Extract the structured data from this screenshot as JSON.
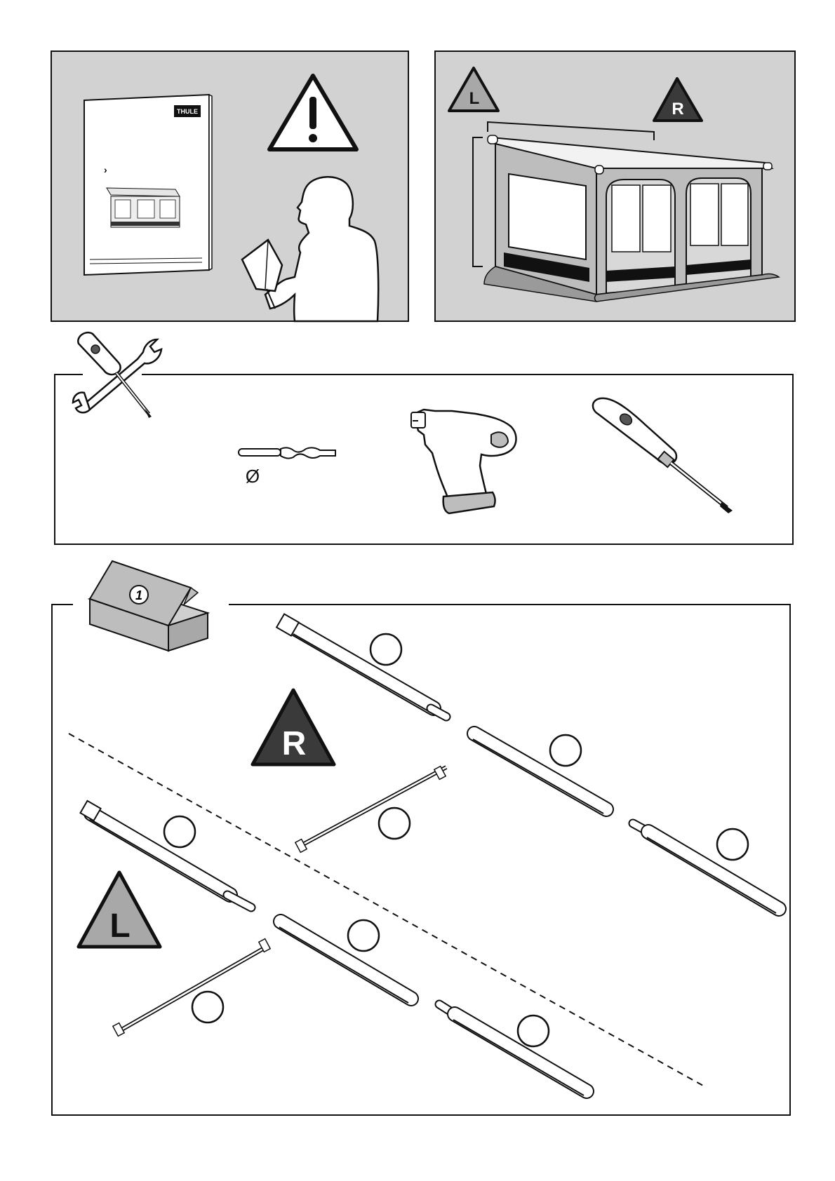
{
  "panel_top_left": {
    "manual_brand": "THULE",
    "manual_arrow": "›"
  },
  "panel_top_right": {
    "left_marker": "L",
    "right_marker": "R"
  },
  "tools_panel": {
    "diameter_symbol": "Ø"
  },
  "parts_panel": {
    "box_number": "1",
    "right_marker": "R",
    "left_marker": "L"
  },
  "colors": {
    "panel_gray": "#d2d2d2",
    "dark_triangle": "#3a3a3a",
    "mid_triangle": "#a8a8a8",
    "line": "#111111"
  },
  "icons": [
    "manual-booklet-icon",
    "warning-icon",
    "person-reading-icon",
    "awning-tent-icon",
    "wrench-screwdriver-icon",
    "drill-bit-icon",
    "cordless-drill-icon",
    "screwdriver-icon",
    "parts-box-icon",
    "rail-part-icon",
    "pole-part-icon",
    "part-number-circle-icon"
  ]
}
